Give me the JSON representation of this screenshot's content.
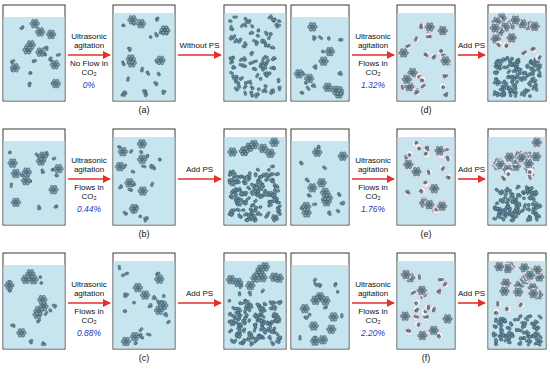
{
  "diagram": {
    "labels": [
      "Ultrasonic agitation",
      "No Flow in CO₂",
      "0%",
      "Without PS",
      "(a)",
      "Ultrasonic agitation",
      "Flows in CO₂",
      "1.32%",
      "Add PS",
      "(d)",
      "Ultrasonic agitation",
      "Flows in CO₂",
      "0.44%",
      "Add PS",
      "(b)",
      "Ultrasonic agitation",
      "Flows in CO₂",
      "1.76%",
      "Add PS",
      "(e)",
      "Ultrasonic agitation",
      "Flows in CO₂",
      "0.88%",
      "Add PS",
      "(c)",
      "Ultrasonic agitation",
      "Flows in CO₂",
      "2.20%",
      "Add PS",
      "(f)"
    ]
  }
}
